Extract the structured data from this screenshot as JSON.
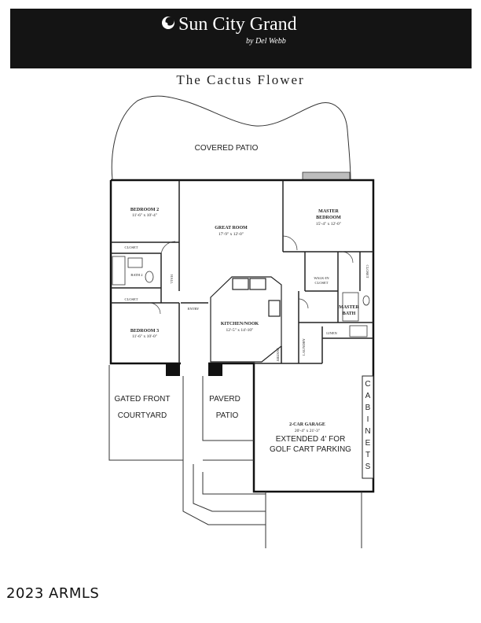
{
  "header": {
    "brand_name": "Sun City Grand",
    "brand_tagline": "by Del Webb",
    "banner_color": "#141414"
  },
  "plan": {
    "title": "The Cactus Flower",
    "rooms": {
      "covered_patio": "COVERED PATIO",
      "bedroom2_name": "BEDROOM 2",
      "bedroom2_dim": "11'-6\" x 10'-4\"",
      "great_room_name": "GREAT ROOM",
      "great_room_dim": "17'-9\" x 12'-0\"",
      "master_bedroom_name_1": "MASTER",
      "master_bedroom_name_2": "BEDROOM",
      "master_bedroom_dim": "15'-4\" x 12'-0\"",
      "closet": "CLOSET",
      "bath2": "BATH 2",
      "hall": "HALL",
      "closet_b3": "CLOSET",
      "entry": "ENTRY",
      "walk_in_1": "WALK-IN",
      "walk_in_2": "CLOSET",
      "master_closet": "CLOSET",
      "master_bath_1": "MASTER",
      "master_bath_2": "BATH",
      "bedroom3_name": "BEDROOM 3",
      "bedroom3_dim": "11'-6\" x 10'-0\"",
      "kitchen_name": "KITCHEN/NOOK",
      "kitchen_dim": "12'-5\" x 14'-10\"",
      "pantry": "PANTRY",
      "laundry": "LAUNDRY",
      "linen": "LINEN",
      "courtyard_1": "GATED FRONT",
      "courtyard_2": "COURTYARD",
      "patio_1": "PAVERD",
      "patio_2": "PATIO",
      "garage_name": "2-CAR GARAGE",
      "garage_dim": "20'-4\" x 21'-3\"",
      "garage_note_1": "EXTENDED 4' FOR",
      "garage_note_2": "GOLF CART PARKING",
      "cabinets": [
        "C",
        "A",
        "B",
        "I",
        "N",
        "E",
        "T",
        "S"
      ]
    }
  },
  "footer": {
    "copyright": "2023 ARMLS"
  }
}
